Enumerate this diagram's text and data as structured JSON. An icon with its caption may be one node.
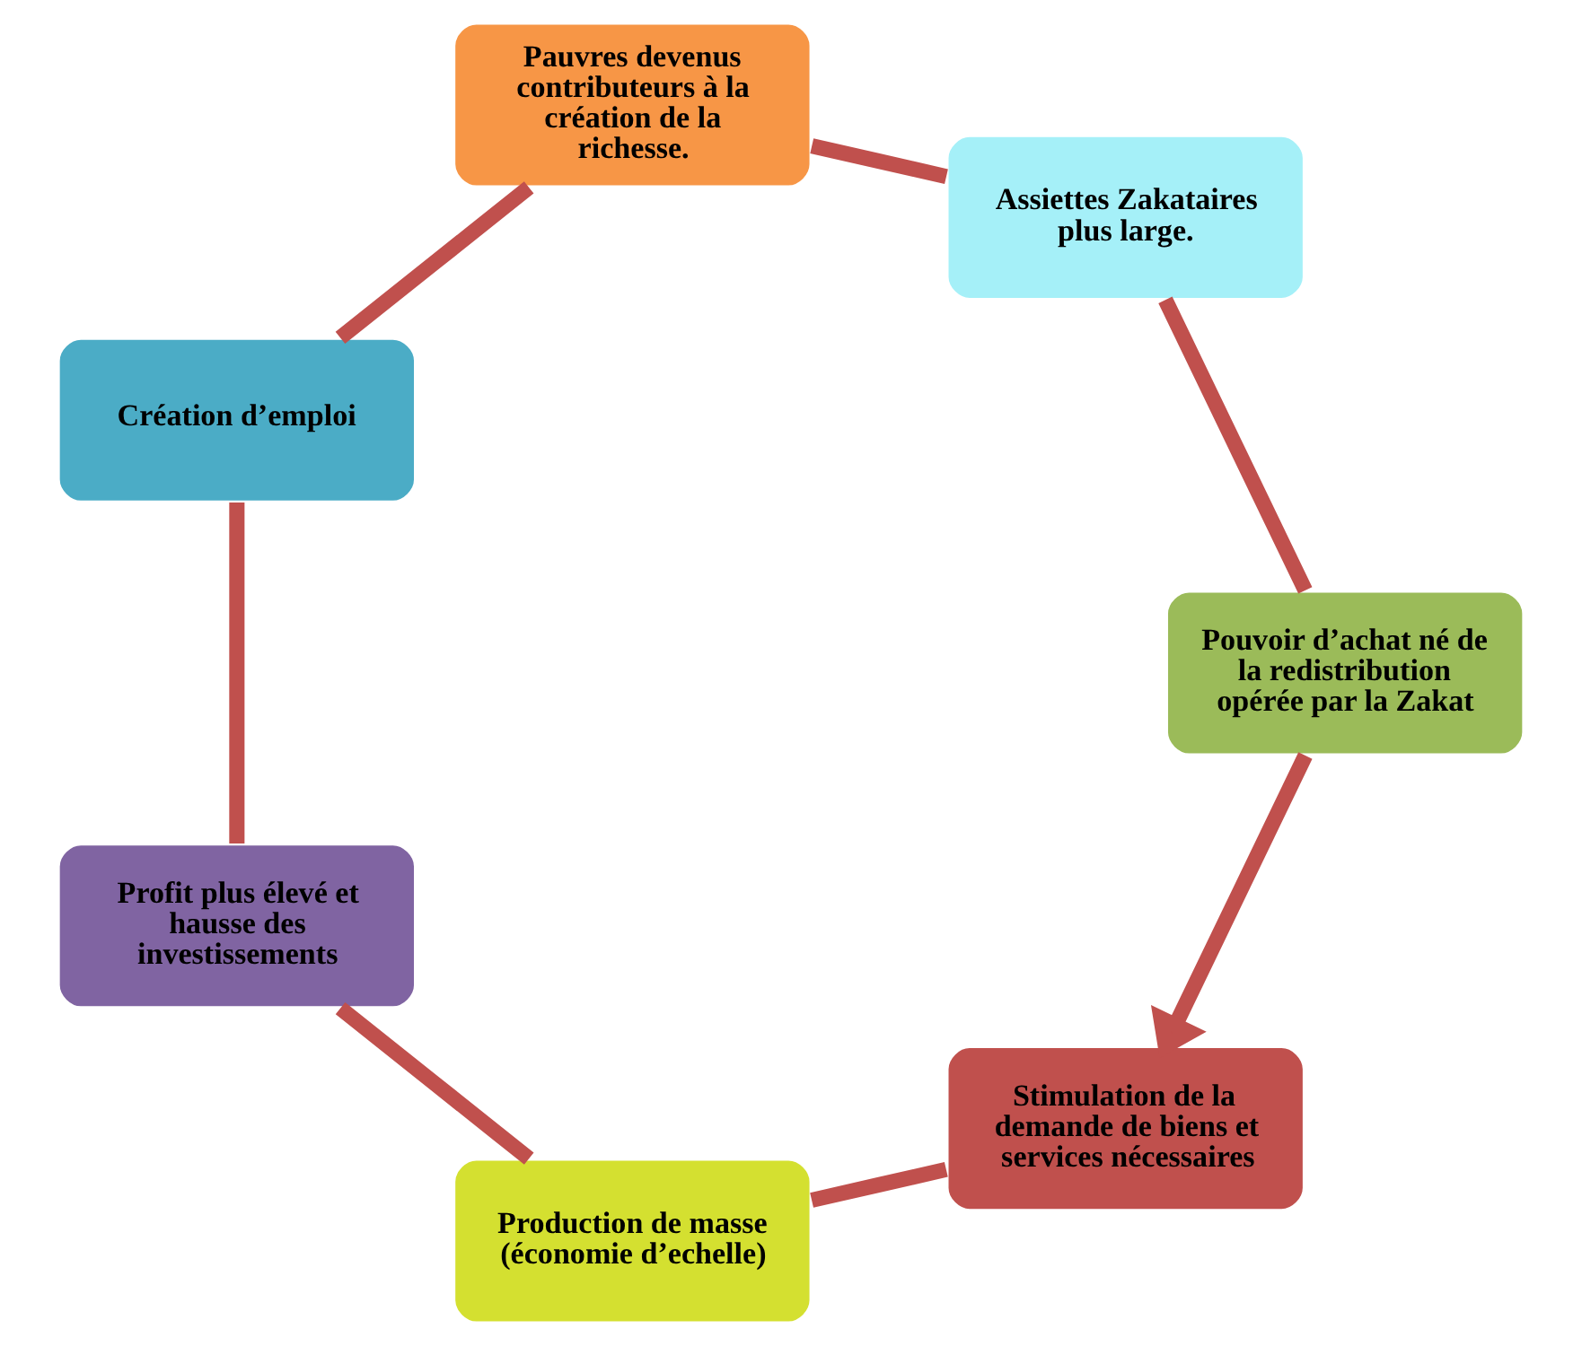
{
  "diagram": {
    "nodes": [
      {
        "text": [
          "Stimulation de la demande de biens et services nécessaires"
        ]
      },
      {
        "text": [
          "Production de masse (économie d’echelle)"
        ]
      },
      {
        "text": [
          "Profit plus élevé et hausse des investissements"
        ]
      },
      {
        "text": [
          "Création d’emploi"
        ]
      },
      {
        "text": [
          "Pauvres devenus contributeurs à la création de la richesse."
        ]
      },
      {
        "text": [
          "Assiettes Zakataires plus large."
        ]
      },
      {
        "text": [
          "Pouvoir d’achat né de la redistribution opérée par la Zakat"
        ]
      }
    ],
    "edges": [
      {
        "from": 0,
        "to": 1,
        "arrow": "none"
      },
      {
        "from": 1,
        "to": 2,
        "arrow": "none"
      },
      {
        "from": 2,
        "to": 3,
        "arrow": "none"
      },
      {
        "from": 3,
        "to": 4,
        "arrow": "none"
      },
      {
        "from": 4,
        "to": 5,
        "arrow": "none"
      },
      {
        "from": 5,
        "to": 6,
        "arrow": "none"
      },
      {
        "from": 6,
        "to": 0,
        "arrow": "to"
      }
    ]
  }
}
